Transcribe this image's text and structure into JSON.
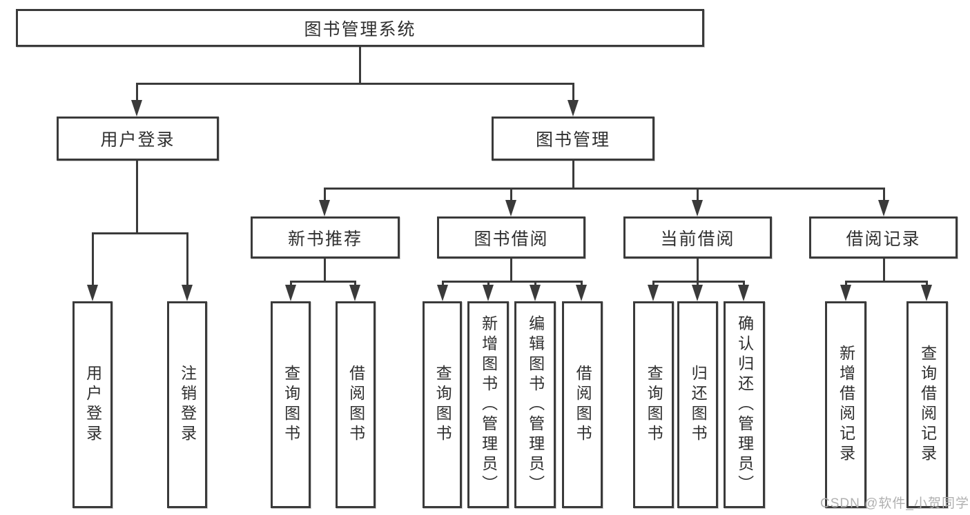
{
  "tree": {
    "root": {
      "label": "图书管理系统"
    },
    "level1": [
      {
        "label": "用户登录"
      },
      {
        "label": "图书管理"
      }
    ],
    "level2": [
      {
        "label": "新书推荐"
      },
      {
        "label": "图书借阅"
      },
      {
        "label": "当前借阅"
      },
      {
        "label": "借阅记录"
      }
    ],
    "leaves": [
      {
        "label": "用户登录"
      },
      {
        "label": "注销登录"
      },
      {
        "label": "查询图书"
      },
      {
        "label": "借阅图书"
      },
      {
        "label": "查询图书"
      },
      {
        "label": "新增图书（管理员）"
      },
      {
        "label": "编辑图书（管理员）"
      },
      {
        "label": "借阅图书"
      },
      {
        "label": "查询图书"
      },
      {
        "label": "归还图书"
      },
      {
        "label": "确认归还（管理员）"
      },
      {
        "label": "新增借阅记录"
      },
      {
        "label": "查询借阅记录"
      }
    ]
  },
  "watermark": {
    "text": "CSDN @软件_小贺同学"
  },
  "colors": {
    "line": "#3a3a3a",
    "text": "#2f2f2f",
    "watermark": "#b0b0b0",
    "bg": "#ffffff"
  }
}
